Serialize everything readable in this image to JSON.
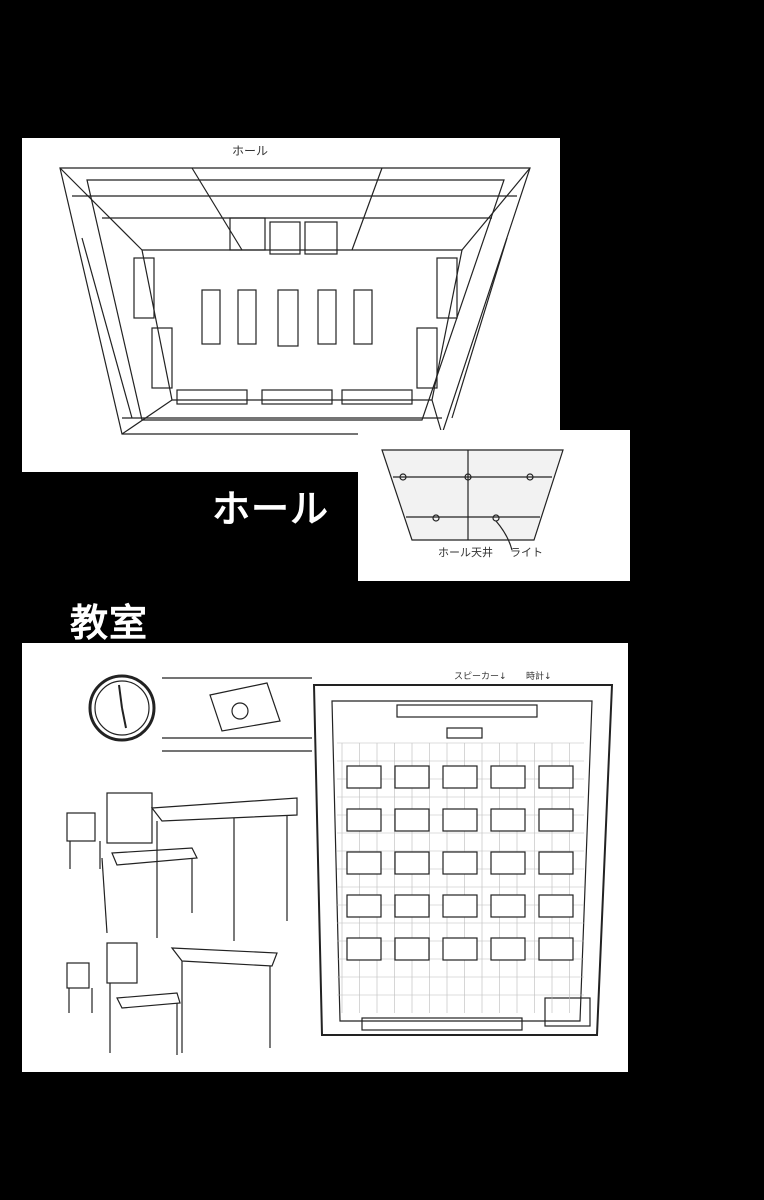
{
  "sections": {
    "hall": {
      "title": "ホール",
      "sketch_label": "ホール",
      "ceiling_caption": "ホール天井",
      "ceiling_note": "ライト"
    },
    "classroom": {
      "title": "教室",
      "plan_notes": [
        "スピーカー↓",
        "時計↓"
      ]
    }
  }
}
